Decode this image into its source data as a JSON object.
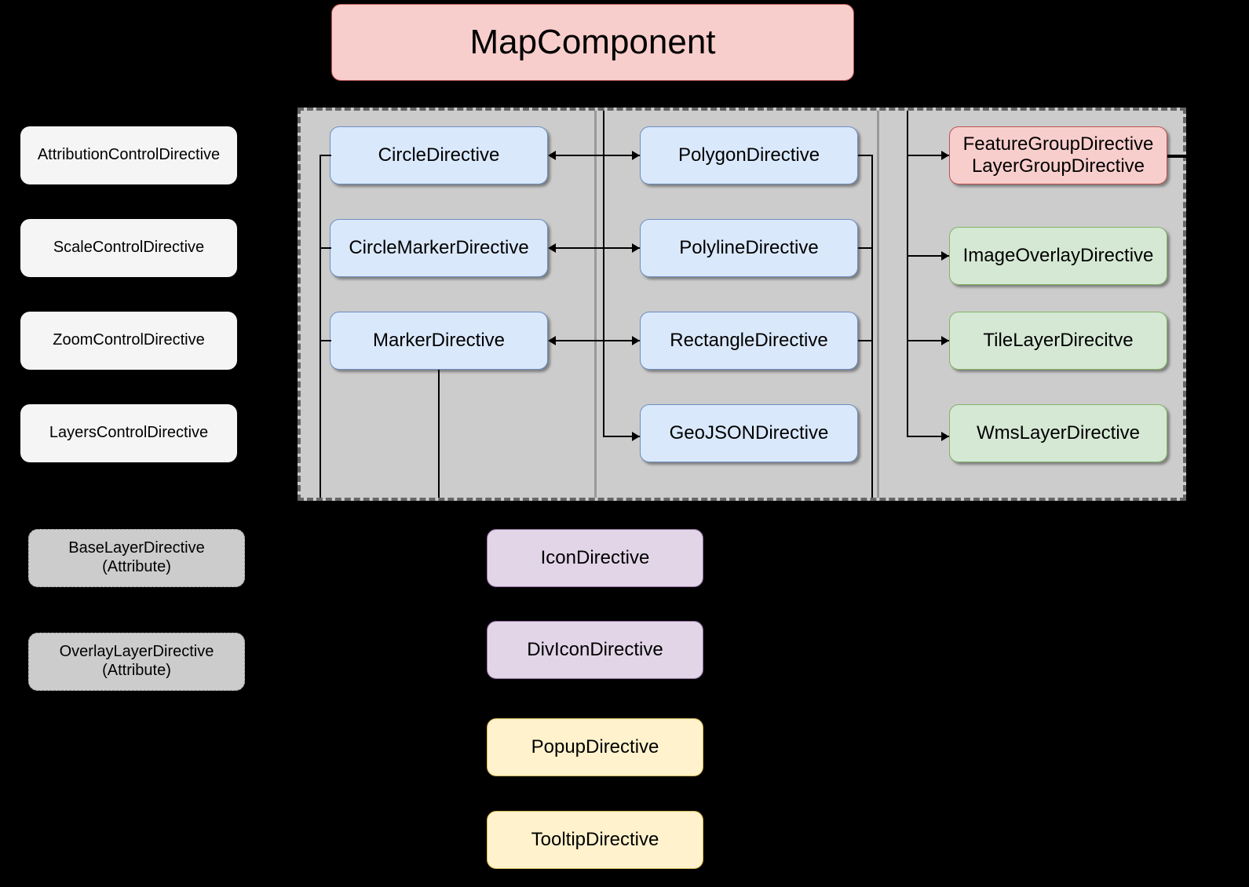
{
  "diagram": {
    "title": "MapComponent",
    "root": {
      "label": "MapComponent",
      "style": "red"
    },
    "controls": [
      {
        "label": "AttributionControlDirective",
        "style": "white"
      },
      {
        "label": "ScaleControlDirective",
        "style": "white"
      },
      {
        "label": "ZoomControlDirective",
        "style": "white"
      },
      {
        "label": "LayersControlDirective",
        "style": "white"
      }
    ],
    "attributes": [
      {
        "label": "BaseLayerDirective\n(Attribute)",
        "style": "gray"
      },
      {
        "label": "OverlayLayerDirective\n(Attribute)",
        "style": "gray"
      }
    ],
    "vector_layers": [
      {
        "label": "CircleDirective",
        "style": "blue"
      },
      {
        "label": "CircleMarkerDirective",
        "style": "blue"
      },
      {
        "label": "MarkerDirective",
        "style": "blue"
      }
    ],
    "shape_layers": [
      {
        "label": "PolygonDirective",
        "style": "blue"
      },
      {
        "label": "PolylineDirective",
        "style": "blue"
      },
      {
        "label": "RectangleDirective",
        "style": "blue"
      },
      {
        "label": "GeoJSONDirective",
        "style": "blue"
      }
    ],
    "group_layers": [
      {
        "label": "FeatureGroupDirective\nLayerGroupDirective",
        "style": "red"
      },
      {
        "label": "ImageOverlayDirective",
        "style": "green"
      },
      {
        "label": "TileLayerDirecitve",
        "style": "green"
      },
      {
        "label": "WmsLayerDirective",
        "style": "green"
      }
    ],
    "decorators": [
      {
        "label": "IconDirective",
        "style": "purple"
      },
      {
        "label": "DivIconDirective",
        "style": "purple"
      },
      {
        "label": "PopupDirective",
        "style": "yellow"
      },
      {
        "label": "TooltipDirective",
        "style": "yellow"
      }
    ],
    "colors": {
      "red_fill": "#f8cecc",
      "red_border": "#b85450",
      "blue_fill": "#dae8fc",
      "blue_border": "#6c8ebf",
      "green_fill": "#d5e8d4",
      "green_border": "#82b366",
      "purple_fill": "#e1d5e7",
      "purple_border": "#9673a6",
      "yellow_fill": "#fff2cc",
      "yellow_border": "#d6b656",
      "white_fill": "#f5f5f5",
      "gray_fill": "#cccccc",
      "container_fill": "#cccccc",
      "container_border": "#666666",
      "connector": "#000000",
      "background": "#000000"
    }
  }
}
